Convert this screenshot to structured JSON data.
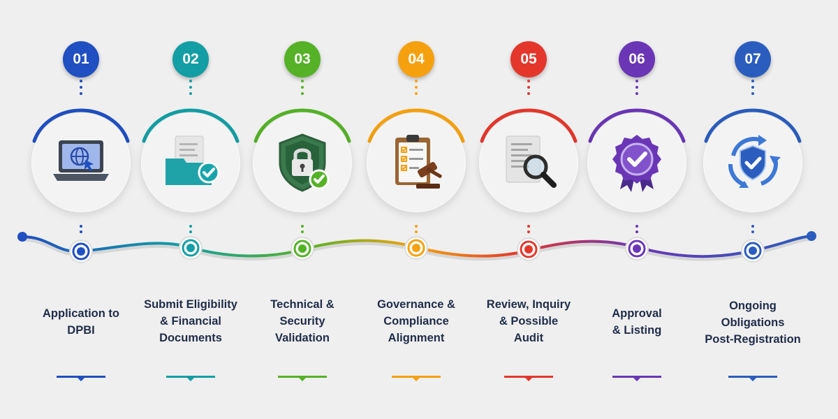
{
  "steps": [
    {
      "number": "01",
      "label": [
        "Application to",
        "DPBI"
      ],
      "color": "#1f4fc1",
      "icon": "laptop-globe-icon"
    },
    {
      "number": "02",
      "label": [
        "Submit Eligibility",
        "& Financial",
        "Documents"
      ],
      "color": "#129ea4",
      "icon": "document-folder-check-icon"
    },
    {
      "number": "03",
      "label": [
        "Technical &",
        "Security",
        "Validation"
      ],
      "color": "#55b227",
      "icon": "shield-lock-icon"
    },
    {
      "number": "04",
      "label": [
        "Governance &",
        "Compliance",
        "Alignment"
      ],
      "color": "#f5a10f",
      "icon": "clipboard-gavel-icon"
    },
    {
      "number": "05",
      "label": [
        "Review, Inquiry",
        "& Possible",
        "Audit"
      ],
      "color": "#e4372c",
      "icon": "document-magnifier-icon"
    },
    {
      "number": "06",
      "label": [
        "Approval",
        "& Listing"
      ],
      "color": "#6a36b6",
      "icon": "award-badge-check-icon"
    },
    {
      "number": "07",
      "label": [
        "Ongoing",
        "Obligations",
        "Post-Registration"
      ],
      "color": "#2a5dbd",
      "icon": "shield-cycle-icon"
    }
  ]
}
